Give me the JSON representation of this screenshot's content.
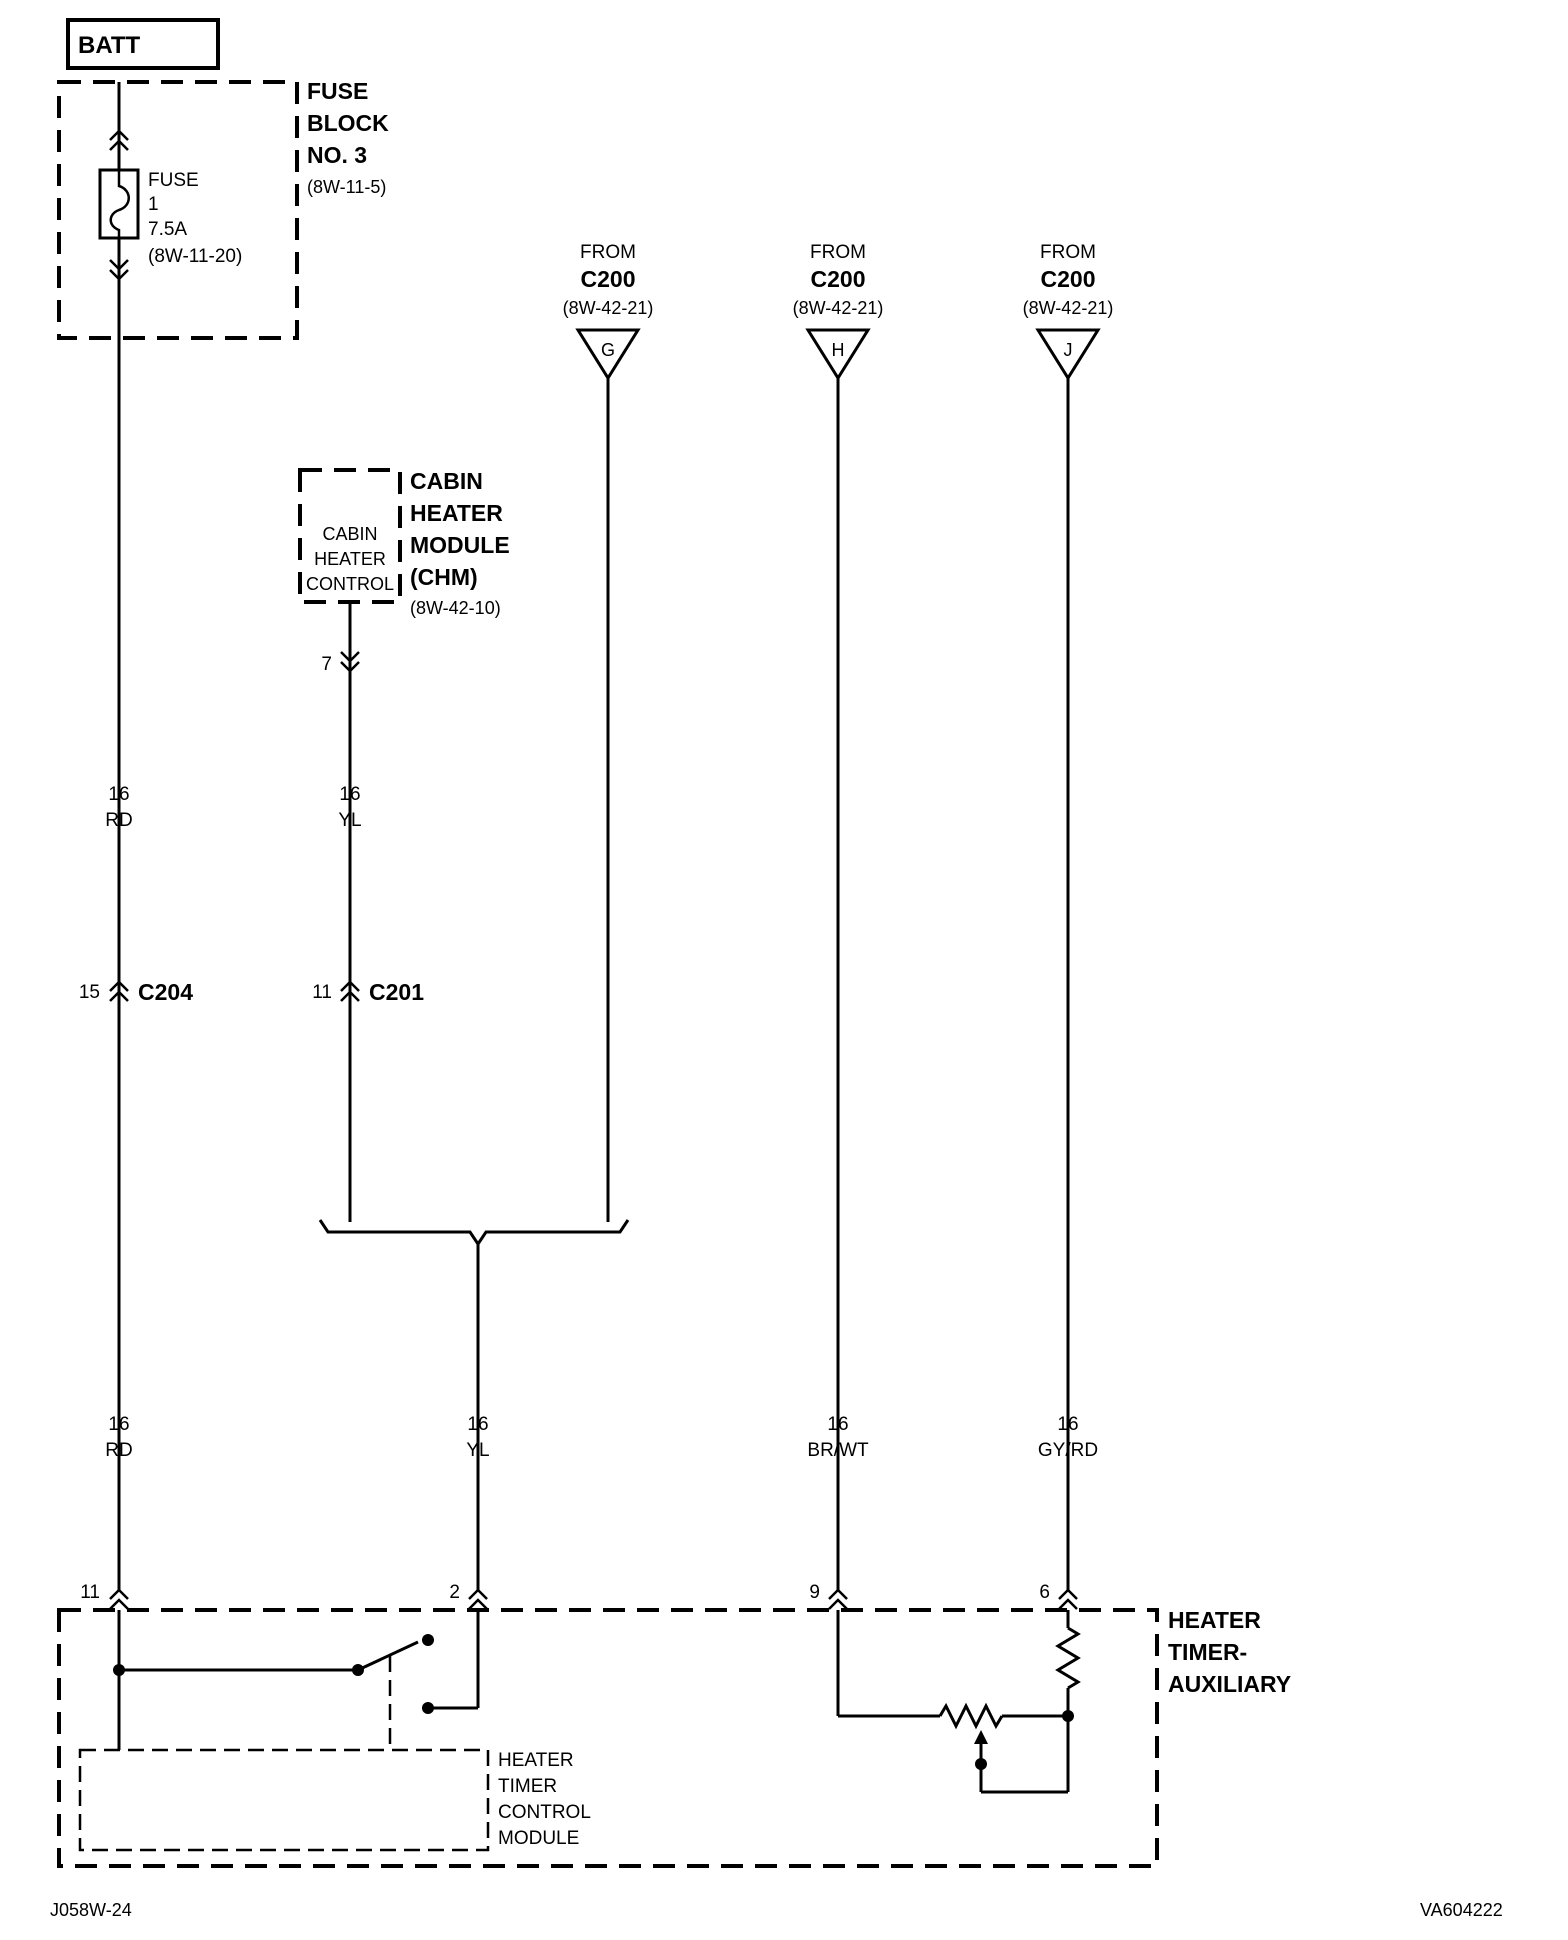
{
  "batt": {
    "label": "BATT"
  },
  "fuse_block": {
    "title_lines": [
      "FUSE",
      "BLOCK",
      "NO. 3"
    ],
    "ref": "(8W-11-5)",
    "fuse_lines": [
      "FUSE",
      "1",
      "7.5A",
      "(8W-11-20)"
    ]
  },
  "cabin_heater_module": {
    "inner_lines": [
      "CABIN",
      "HEATER",
      "CONTROL"
    ],
    "title_lines": [
      "CABIN",
      "HEATER",
      "MODULE",
      "(CHM)"
    ],
    "ref": "(8W-42-10)",
    "pin": "7"
  },
  "c200_refs": [
    {
      "from": "FROM",
      "connector": "C200",
      "ref": "(8W-42-21)",
      "pin": "G"
    },
    {
      "from": "FROM",
      "connector": "C200",
      "ref": "(8W-42-21)",
      "pin": "H"
    },
    {
      "from": "FROM",
      "connector": "C200",
      "ref": "(8W-42-21)",
      "pin": "J"
    }
  ],
  "wires": {
    "rd_upper": {
      "gauge": "16",
      "color": "RD"
    },
    "yl_upper": {
      "gauge": "16",
      "color": "YL"
    },
    "rd_lower": {
      "gauge": "16",
      "color": "RD"
    },
    "yl_lower": {
      "gauge": "16",
      "color": "YL"
    },
    "brwt": {
      "gauge": "16",
      "color": "BR/WT"
    },
    "gyrd": {
      "gauge": "16",
      "color": "GY/RD"
    }
  },
  "inline_connectors": {
    "c204": {
      "pin": "15",
      "name": "C204"
    },
    "c201": {
      "pin": "11",
      "name": "C201"
    }
  },
  "heater_timer": {
    "title_lines": [
      "HEATER",
      "TIMER-",
      "AUXILIARY"
    ],
    "pins": [
      "11",
      "2",
      "9",
      "6"
    ],
    "control_module_lines": [
      "HEATER",
      "TIMER",
      "CONTROL",
      "MODULE"
    ]
  },
  "footer": {
    "left": "J058W-24",
    "right": "VA604222"
  }
}
